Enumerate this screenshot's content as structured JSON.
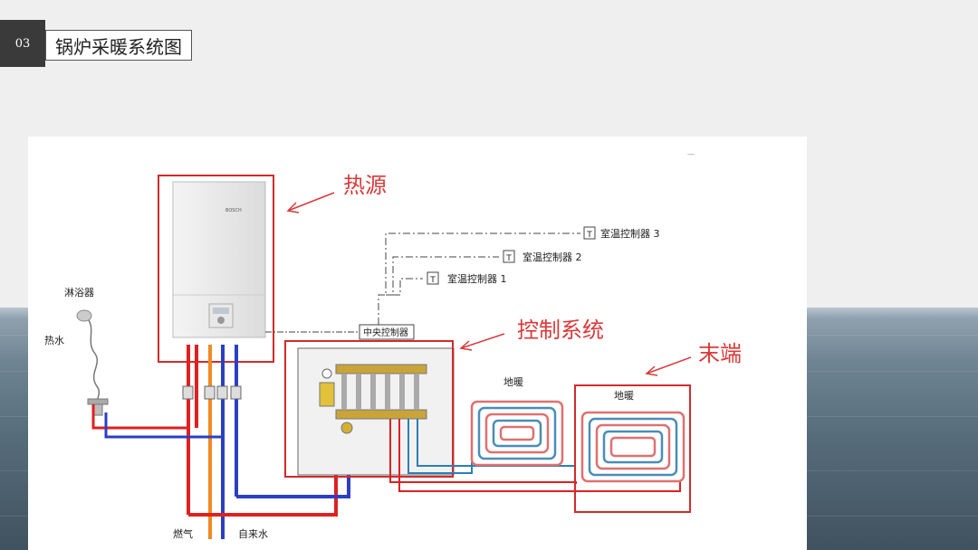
{
  "header": {
    "section_number": "03",
    "title": "锅炉采暖系统图"
  },
  "diagram": {
    "labels": {
      "heat_source": "热源",
      "control_system": "控制系统",
      "terminal": "末端",
      "shower": "淋浴器",
      "hot_water": "热水",
      "gas": "燃气",
      "tap_water": "自来水",
      "central_controller": "中央控制器",
      "floor_heating_1": "地暖",
      "floor_heating_2": "地暖",
      "thermostat_1": "室温控制器 1",
      "thermostat_2": "室温控制器 2",
      "thermostat_3": "室温控制器 3",
      "boiler_brand": "BOSCH",
      "panel_mark": "—"
    },
    "colors": {
      "annotation": "#d93a3a",
      "hot_pipe": "#e02020",
      "cold_pipe": "#2b3fc4",
      "gas_pipe": "#f08a24"
    }
  }
}
